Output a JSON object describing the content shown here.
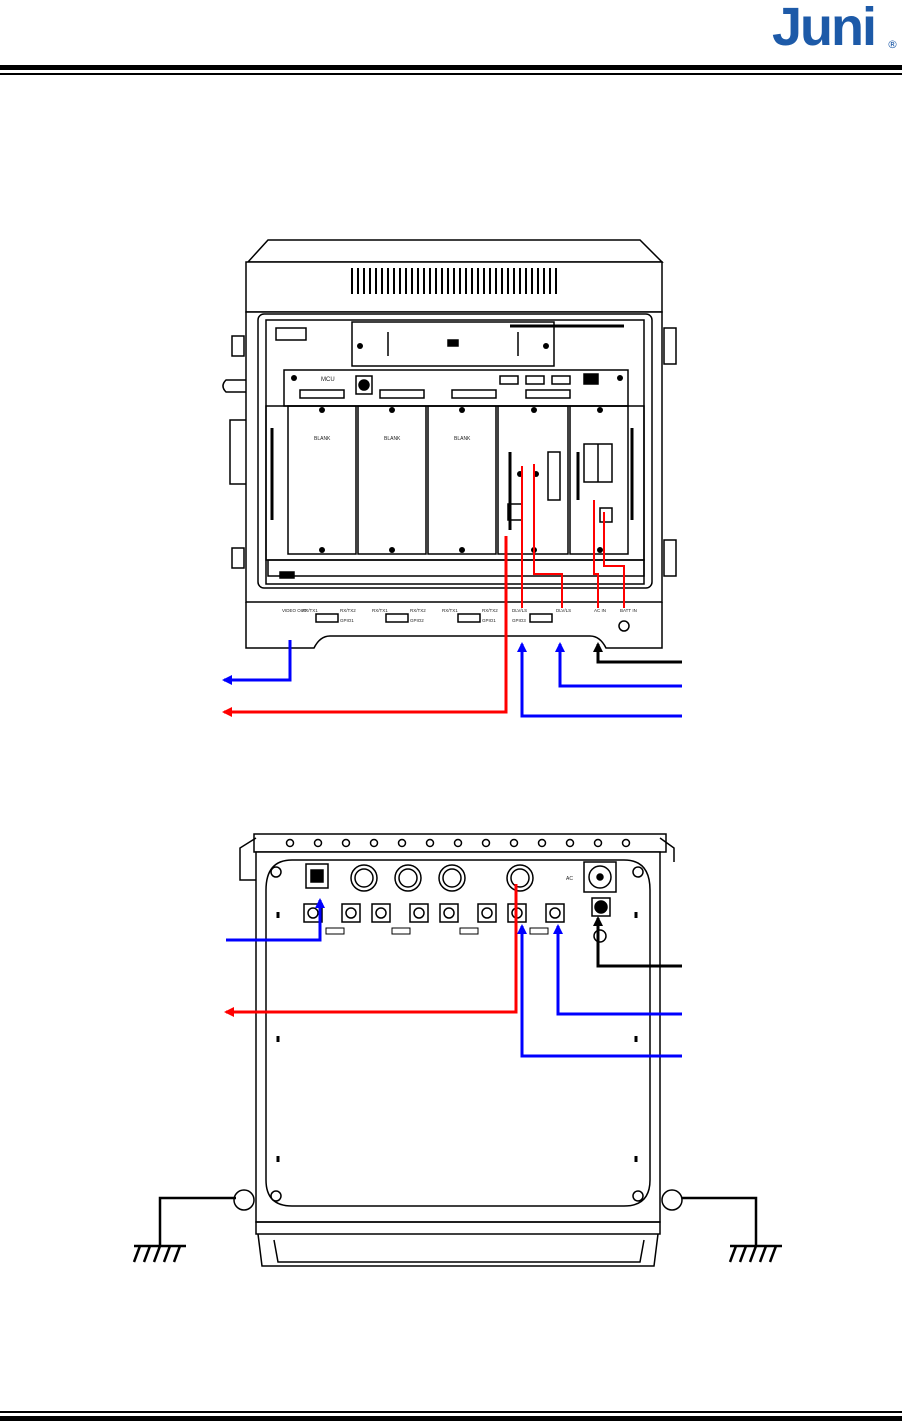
{
  "header": {
    "brand": "Juni",
    "registered_mark": "®"
  },
  "front_panel": {
    "module_label_mcu": "MCU",
    "blank_labels": [
      "BLANK",
      "BLANK",
      "BLANK"
    ],
    "port_labels": [
      "VIDEO OUT",
      "RX/TX1",
      "RX/TX2",
      "GPIO1",
      "RX/TX1",
      "RX/TX2",
      "GPIO2",
      "RX/TX1",
      "RX/TX2",
      "GPIO1",
      "DLV/LS",
      "GPIO3",
      "DLV/LS",
      "AC IN",
      "BATT IN"
    ]
  },
  "bottom_panel": {
    "label_ac": "AC"
  },
  "colors": {
    "red_wire": "#ff0000",
    "blue_wire": "#0000ff",
    "black_wire": "#000000",
    "brand": "#1d5aa8"
  }
}
